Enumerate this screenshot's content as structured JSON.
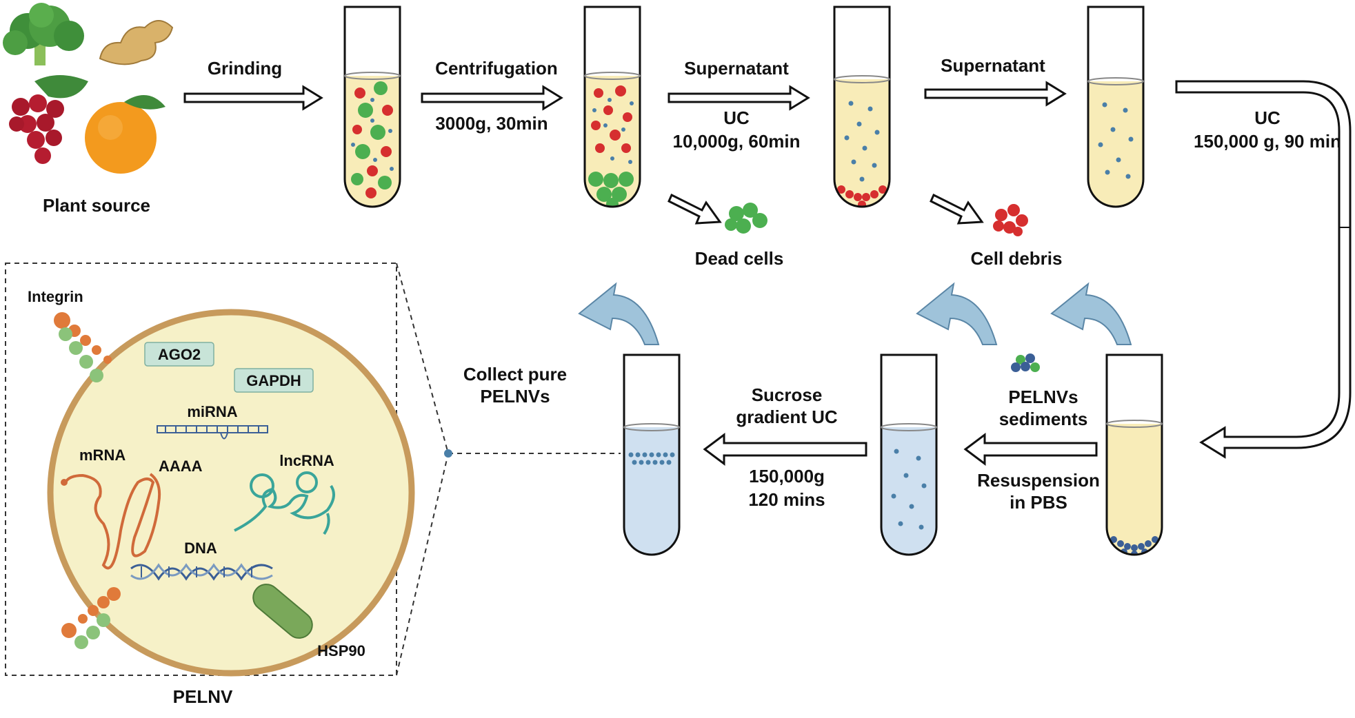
{
  "colors": {
    "liquid_yellow": "#f8ecb8",
    "liquid_blue": "#cfe0f0",
    "dead_cell_green": "#4caf50",
    "debris_red": "#d62f2f",
    "vesicle_blue": "#4a7fa8",
    "pelnv_membrane": "#c79a5c",
    "pelnv_fill": "#f6f1c8",
    "tag_fill": "#c8e4d8",
    "curved_arrow": "#9fc3da"
  },
  "labels": {
    "plant_source": "Plant source",
    "grinding": "Grinding",
    "centrifugation": "Centrifugation",
    "centrifugation_cond": "3000g, 30min",
    "supernatant_1": "Supernatant",
    "uc_1": "UC",
    "uc_1_cond": "10,000g, 60min",
    "supernatant_2": "Supernatant",
    "uc_2": "UC",
    "uc_2_cond": "150,000 g, 90 min",
    "dead_cells": "Dead cells",
    "cell_debris": "Cell debris",
    "pelnvs_sediments_1": "PELNVs",
    "pelnvs_sediments_2": "sediments",
    "resuspension_1": "Resuspension",
    "resuspension_2": "in PBS",
    "sucrose_1": "Sucrose",
    "sucrose_2": "gradient UC",
    "sucrose_cond_1": "150,000g",
    "sucrose_cond_2": "120 mins",
    "collect_1": "Collect pure",
    "collect_2": "PELNVs",
    "pelnv": "PELNV"
  },
  "pelnv_components": {
    "integrin": "Integrin",
    "ago2": "AGO2",
    "gapdh": "GAPDH",
    "mirna": "miRNA",
    "mrna": "mRNA",
    "aaaa": "AAAA",
    "lncrna": "lncRNA",
    "dna": "DNA",
    "hsp90": "HSP90"
  },
  "icons": [
    "broccoli-icon",
    "ginger-icon",
    "grape-icon",
    "orange-icon"
  ]
}
